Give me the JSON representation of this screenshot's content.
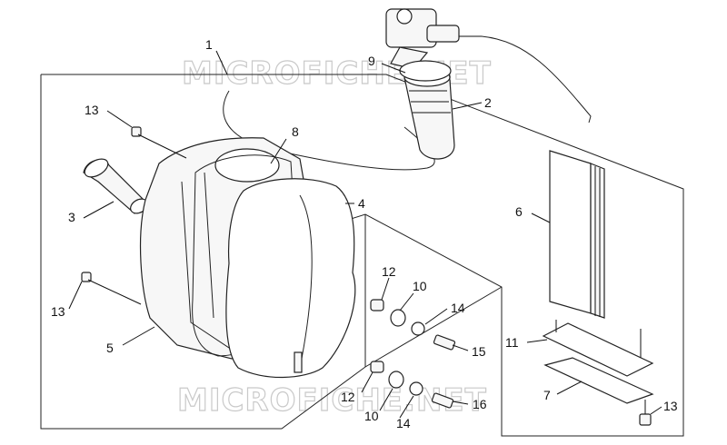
{
  "watermarks": [
    "MICROFICHE.NET",
    "MICROFICHE.NET"
  ],
  "callouts": {
    "c1": "1",
    "c2": "2",
    "c3": "3",
    "c4": "4",
    "c5": "5",
    "c6": "6",
    "c7": "7",
    "c8": "8",
    "c9": "9",
    "c10a": "10",
    "c10b": "10",
    "c11": "11",
    "c12a": "12",
    "c12b": "12",
    "c13a": "13",
    "c13b": "13",
    "c13c": "13",
    "c14a": "14",
    "c14b": "14",
    "c15": "15",
    "c16": "16"
  }
}
